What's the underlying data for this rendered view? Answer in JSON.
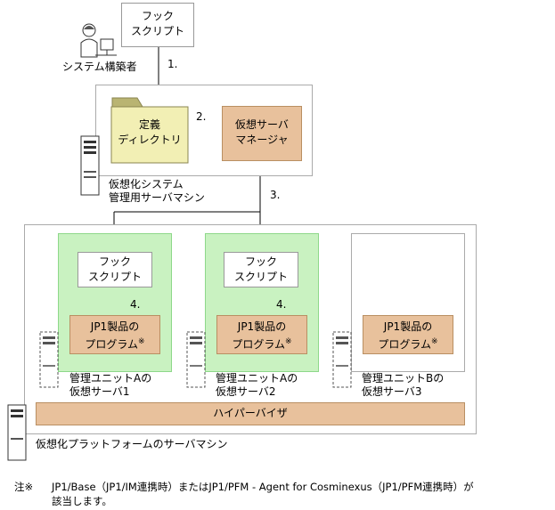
{
  "top": {
    "hook_script": "フック\nスクリプト",
    "builder": "システム構築者",
    "step1": "1."
  },
  "mgmt": {
    "definition_dir": "定義\nディレクトリ",
    "step2": "2.",
    "vs_manager": "仮想サーバ\nマネージャ",
    "machine": "仮想化システム\n管理用サーバマシン",
    "step3": "3."
  },
  "platform": {
    "units": [
      {
        "hook_script": "フック\nスクリプト",
        "step": "4.",
        "program": "JP1製品の\nプログラム",
        "mark": "※",
        "label": "管理ユニットAの\n仮想サーバ1"
      },
      {
        "hook_script": "フック\nスクリプト",
        "step": "4.",
        "program": "JP1製品の\nプログラム",
        "mark": "※",
        "label": "管理ユニットAの\n仮想サーバ2"
      },
      {
        "program": "JP1製品の\nプログラム",
        "mark": "※",
        "label": "管理ユニットBの\n仮想サーバ3"
      }
    ],
    "hypervisor": "ハイパーバイザ",
    "machine": "仮想化プラットフォームのサーバマシン"
  },
  "note": {
    "prefix": "注※",
    "line1": "JP1/Base（JP1/IM連携時）またはJP1/PFM - Agent for Cosminexus（JP1/PFM連携時）が",
    "line2": "該当します。"
  },
  "colors": {
    "product_box": "#e8c19c",
    "selected_server": "#c9f2c1",
    "folder": "#f2efb4",
    "folder_tab": "#b9b472"
  }
}
